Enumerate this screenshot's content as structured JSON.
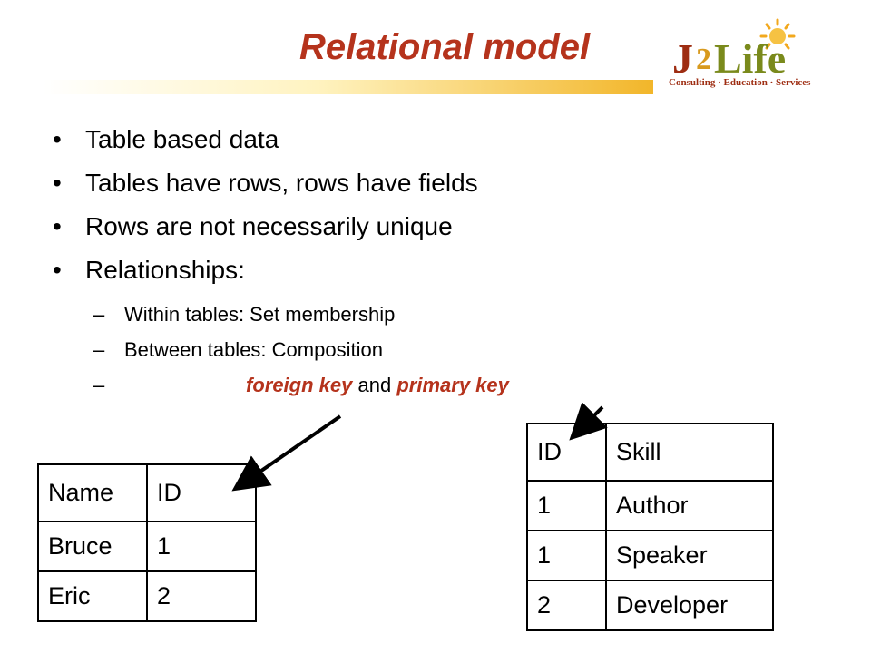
{
  "title": "Relational model",
  "logo": {
    "main": "J2Life",
    "tagline": "Consulting · Education · Services"
  },
  "bullets": [
    "Table based data",
    "Tables have rows, rows have fields",
    "Rows are not necessarily unique",
    "Relationships:"
  ],
  "sub_bullets": {
    "within": "Within tables: Set membership",
    "between": "Between tables: Composition",
    "foreign_key": "foreign key",
    "and": "and",
    "primary_key": "primary key"
  },
  "table_people": {
    "headers": [
      "Name",
      "ID"
    ],
    "rows": [
      [
        "Bruce",
        "1"
      ],
      [
        "Eric",
        "2"
      ]
    ]
  },
  "table_skills": {
    "headers": [
      "ID",
      "Skill"
    ],
    "rows": [
      [
        "1",
        "Author"
      ],
      [
        "1",
        "Speaker"
      ],
      [
        "2",
        "Developer"
      ]
    ]
  },
  "colors": {
    "accent": "#b5331c",
    "gold": "#f2b62a"
  }
}
